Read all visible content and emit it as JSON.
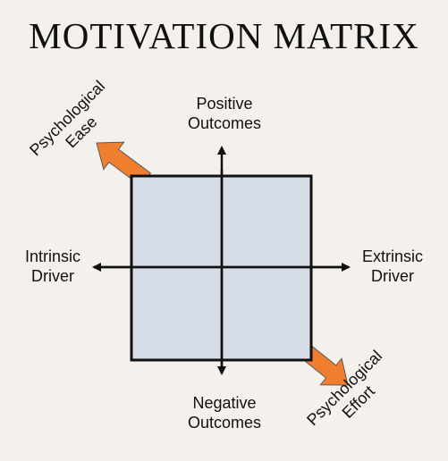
{
  "title": "MOTIVATION MATRIX",
  "axes": {
    "top": [
      "Positive",
      "Outcomes"
    ],
    "bottom": [
      "Negative",
      "Outcomes"
    ],
    "left": [
      "Intrinsic",
      "Driver"
    ],
    "right": [
      "Extrinsic",
      "Driver"
    ]
  },
  "diagonals": {
    "upper_left": [
      "Psychological",
      "Ease"
    ],
    "lower_right": [
      "Psychological",
      "Effort"
    ]
  },
  "colors": {
    "background": "#f4f0ec",
    "matrix_fill": "#d6dde6",
    "matrix_stroke": "#111111",
    "arrow_fill": "#ef7f2f",
    "arrow_stroke": "#5a5a5a"
  }
}
